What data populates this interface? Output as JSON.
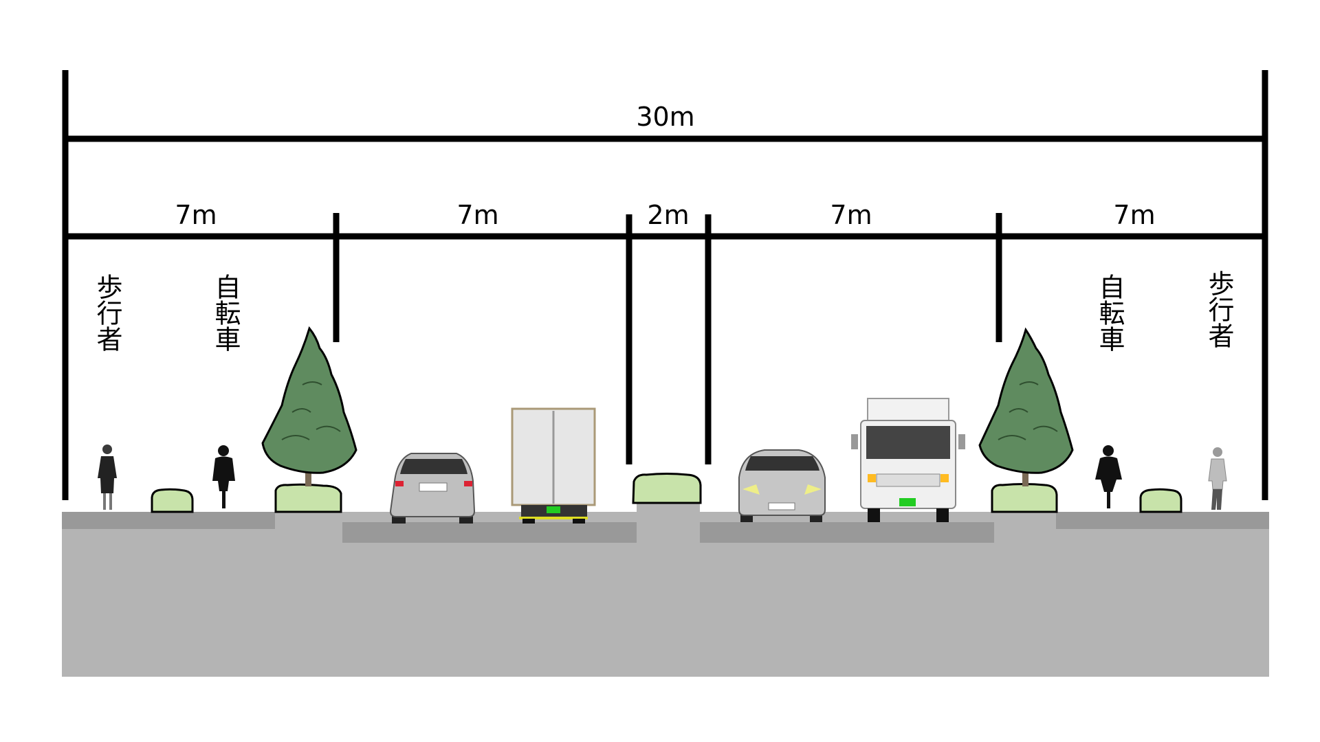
{
  "dimensions": {
    "total": "30m",
    "sections": [
      "7m",
      "7m",
      "2m",
      "7m",
      "7m"
    ]
  },
  "labels": {
    "pedestrian": "歩行者",
    "bicycle": "自転車"
  },
  "colors": {
    "ground": "#b4b4b4",
    "pavement": "#999999",
    "planter": "#c8e3aa",
    "tree": "#5f8b5f",
    "line": "#000000"
  }
}
